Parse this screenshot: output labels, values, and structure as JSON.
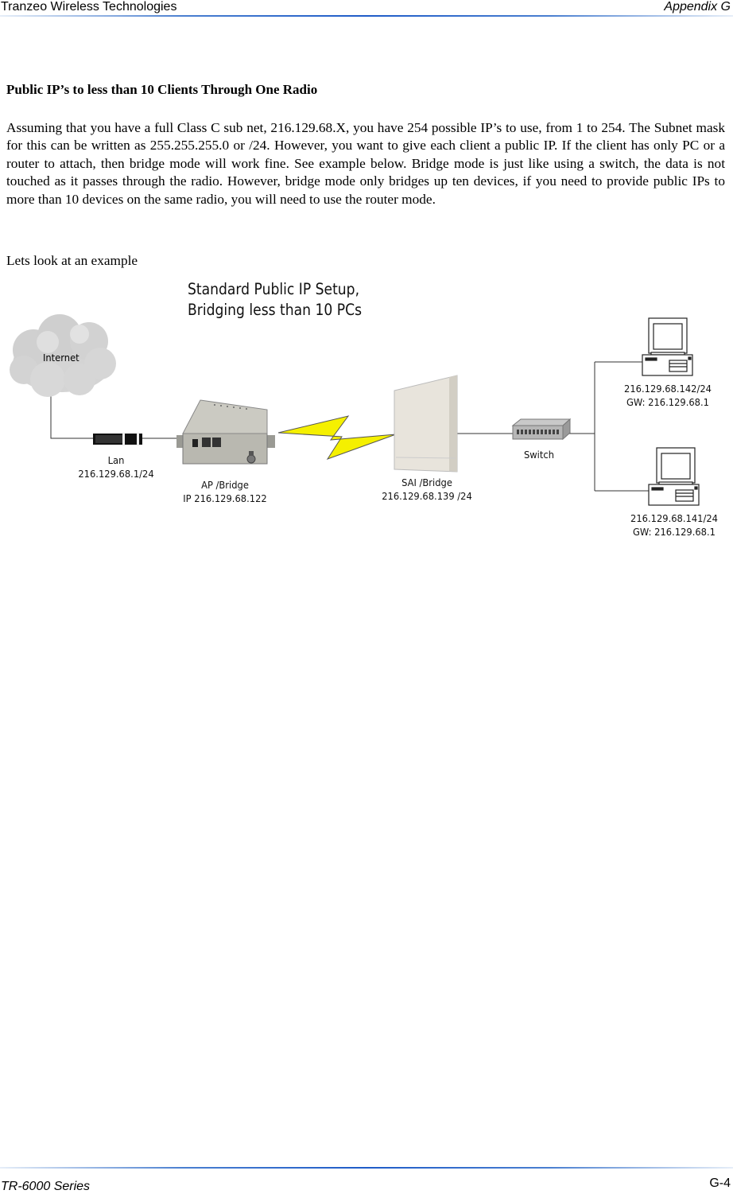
{
  "header": {
    "left": "Tranzeo Wireless Technologies",
    "right": "Appendix G"
  },
  "section": {
    "heading": "Public IP’s to less than 10 Clients Through One Radio",
    "paragraph": "Assuming that you have a full Class C sub net, 216.129.68.X, you have 254 possible IP’s to use, from 1 to 254.  The Subnet mask for this can be written as 255.255.255.0 or /24.  However, you want to give each client a public IP.  If the client has only PC or a router to attach, then bridge mode will work fine.  See example below.  Bridge mode is just like using a switch, the data is not touched as it passes through the radio.  However, bridge mode only bridges up ten devices, if you need to provide public IPs to more than 10 devices on the same radio, you will need to use the router mode.",
    "example_intro": "Lets look at an example"
  },
  "diagram": {
    "title_line1": "Standard Public IP Setup,",
    "title_line2": "Bridging less than 10 PCs",
    "internet": "Internet",
    "lan_line1": "Lan",
    "lan_line2": "216.129.68.1/24",
    "ap_line1": "AP /Bridge",
    "ap_line2": "IP 216.129.68.122",
    "sai_line1": "SAI /Bridge",
    "sai_line2": "216.129.68.139 /24",
    "switch": "Switch",
    "pc1_line1": "216.129.68.142/24",
    "pc1_line2": "GW: 216.129.68.1",
    "pc2_line1": "216.129.68.141/24",
    "pc2_line2": "GW: 216.129.68.1",
    "colors": {
      "bolt": "#f5f000",
      "line": "#333333",
      "cloud": "#d2d2d2"
    }
  },
  "footer": {
    "left": "TR-6000 Series",
    "right": "G-4"
  }
}
